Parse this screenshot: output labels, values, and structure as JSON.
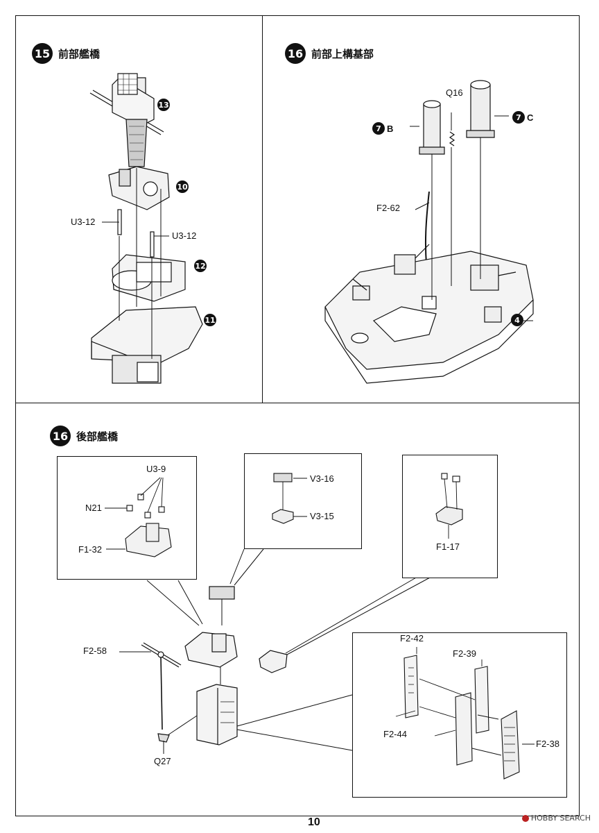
{
  "page_number": "10",
  "watermark": {
    "text": "HOBBY SEARCH",
    "icon": "hobbysearch-logo-icon"
  },
  "step15": {
    "number": "15",
    "title": "前部艦橋",
    "labels": {
      "u3_12_a": "U3-12",
      "u3_12_b": "U3-12"
    },
    "refs": {
      "r13": "13",
      "r10": "10",
      "r12": "12",
      "r11": "11"
    }
  },
  "step16a": {
    "number": "16",
    "title": "前部上構基部",
    "labels": {
      "q16": "Q16",
      "f2_62": "F2-62"
    },
    "refs": {
      "b_num": "7",
      "b_letter": "B",
      "c_num": "7",
      "c_letter": "C",
      "r4": "4"
    }
  },
  "step16b": {
    "number": "16",
    "title": "後部艦橋",
    "inset1": {
      "u3_9": "U3-9",
      "n21": "N21",
      "f1_32": "F1-32"
    },
    "inset2": {
      "v3_16": "V3-16",
      "v3_15": "V3-15"
    },
    "inset3": {
      "f1_17": "F1-17"
    },
    "inset4": {
      "f2_42": "F2-42",
      "f2_39": "F2-39",
      "f2_44": "F2-44",
      "f2_38": "F2-38"
    },
    "labels": {
      "f2_58": "F2-58",
      "q27": "Q27"
    }
  }
}
